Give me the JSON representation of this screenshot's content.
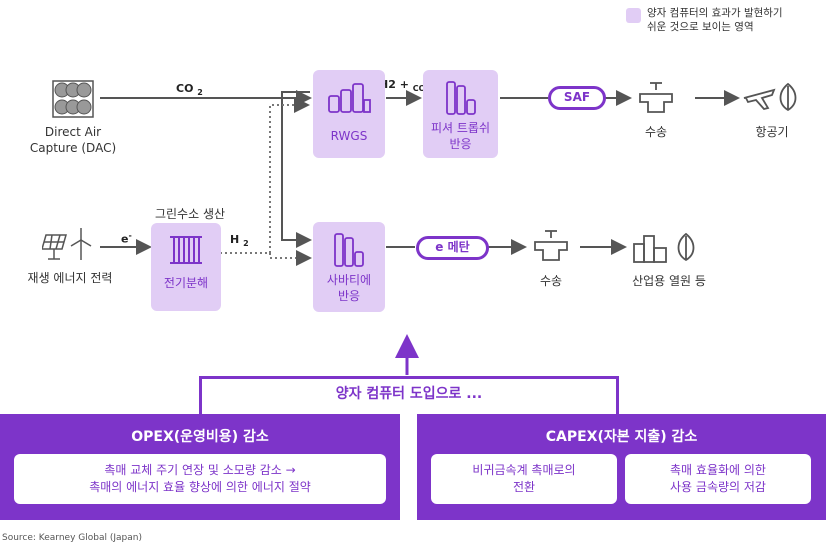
{
  "legend": {
    "text": "양자 컴퓨터의 효과가 발현하기\n쉬운 것으로 보이는 영역"
  },
  "nodes": {
    "dac": "Direct Air\nCapture (DAC)",
    "renewable": "재생 에너지 전력",
    "electrolysis_top": "그린수소 생산",
    "electrolysis": "전기분해",
    "rwgs": "RWGS",
    "ft": "피셔 트롭쉬\n반응",
    "sabatier": "사바티에\n반응",
    "transport1": "수송",
    "transport2": "수송",
    "aviation": "항공기",
    "industrial": "산업용 열원 등"
  },
  "flows": {
    "co2": "CO",
    "co2_sub": "2",
    "h2co_a": "H2 +",
    "h2co_b": "CO",
    "e_minus": "e",
    "e_minus_sup": "-",
    "h2": "H",
    "h2_sub": "2"
  },
  "products": {
    "saf": "SAF",
    "emethane": "e 메탄"
  },
  "banner": {
    "text": "양자 컴퓨터 도입으로 ..."
  },
  "opex": {
    "title": "OPEX(운영비용) 감소",
    "card": "촉매 교체 주기 연장 및 소모량 감소 →\n촉매의 에너지 효율 향상에 의한 에너지 절약"
  },
  "capex": {
    "title": "CAPEX(자본 지출) 감소",
    "card1": "비귀금속계 촉매로의\n전환",
    "card2": "촉매 효율화에 의한\n사용 금속량의 저감"
  },
  "source": "Source: Kearney Global (Japan)",
  "colors": {
    "purple": "#7d34c9",
    "light_purple": "#e1cdf5",
    "icon_gray": "#555555"
  },
  "icons": [
    "fan-array-icon",
    "solar-panel-icon",
    "wind-turbine-icon",
    "electrolyzer-icon",
    "tanks-icon",
    "valve-tap-icon",
    "airplane-icon",
    "leaf-icon",
    "factory-icon"
  ]
}
